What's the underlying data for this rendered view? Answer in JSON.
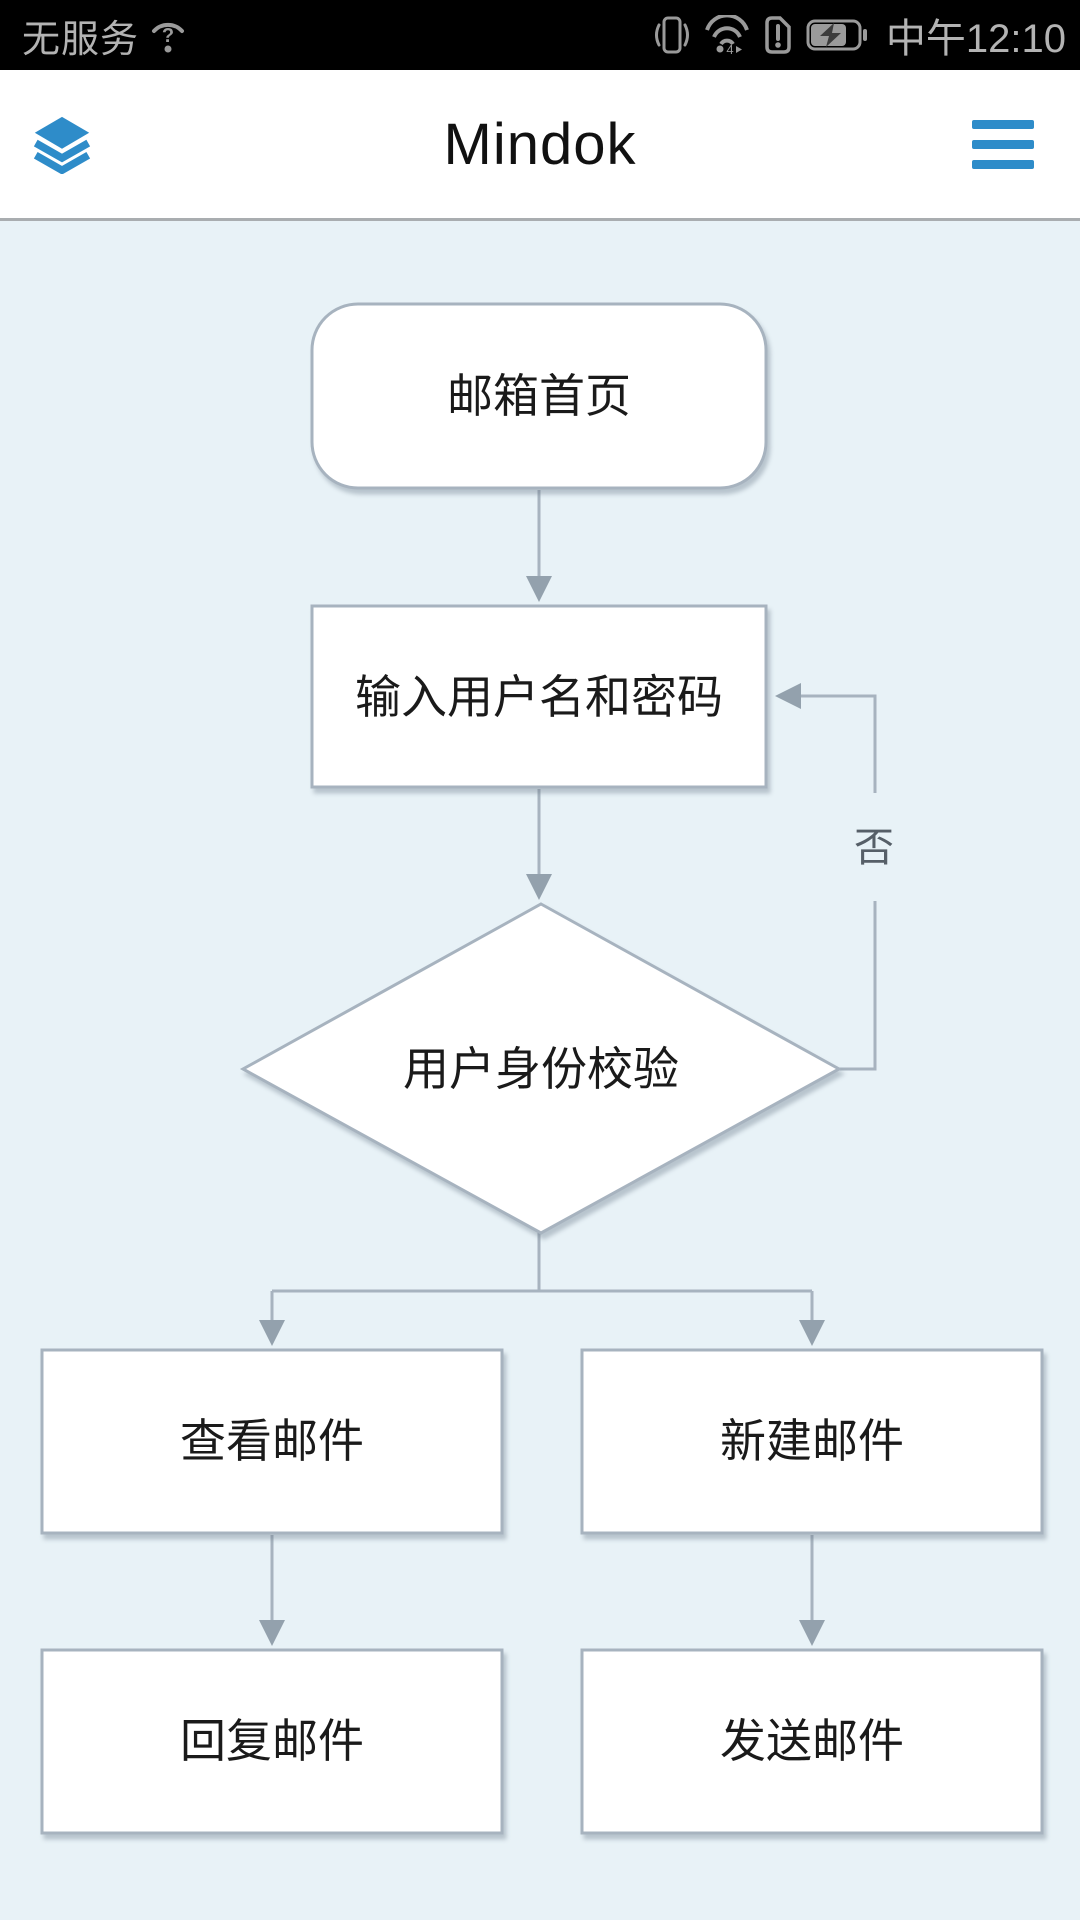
{
  "status_bar": {
    "carrier": "无服务",
    "time": "中午12:10",
    "bg": "#000000",
    "fg": "#b3b3b3",
    "left_icon": "wifi-unknown-icon",
    "right_icons": [
      "vibrate-icon",
      "wifi-icon",
      "sim-warning-icon",
      "battery-charging-icon"
    ]
  },
  "header": {
    "title": "Mindok",
    "logo_icon": "layers-icon",
    "menu_icon": "hamburger-menu-icon",
    "accent_color": "#2e8cc9"
  },
  "flowchart": {
    "background": "#e8f2f7",
    "node_fill": "#ffffff",
    "node_border": "#a7b3bf",
    "line_color": "#a7b3bf",
    "arrow_color": "#93a1ad",
    "text_color": "#1a1a1a",
    "nodes": [
      {
        "id": "start",
        "type": "rounded-rect",
        "label": "邮箱首页"
      },
      {
        "id": "input",
        "type": "process",
        "label": "输入用户名和密码"
      },
      {
        "id": "verify",
        "type": "decision",
        "label": "用户身份校验"
      },
      {
        "id": "view",
        "type": "process",
        "label": "查看邮件"
      },
      {
        "id": "create",
        "type": "process",
        "label": "新建邮件"
      },
      {
        "id": "reply",
        "type": "process",
        "label": "回复邮件"
      },
      {
        "id": "send",
        "type": "process",
        "label": "发送邮件"
      }
    ],
    "edges": [
      {
        "from": "start",
        "to": "input",
        "label": ""
      },
      {
        "from": "input",
        "to": "verify",
        "label": ""
      },
      {
        "from": "verify",
        "to": "input",
        "label": "否"
      },
      {
        "from": "verify",
        "to": "view",
        "label": ""
      },
      {
        "from": "verify",
        "to": "create",
        "label": ""
      },
      {
        "from": "view",
        "to": "reply",
        "label": ""
      },
      {
        "from": "create",
        "to": "send",
        "label": ""
      }
    ]
  }
}
